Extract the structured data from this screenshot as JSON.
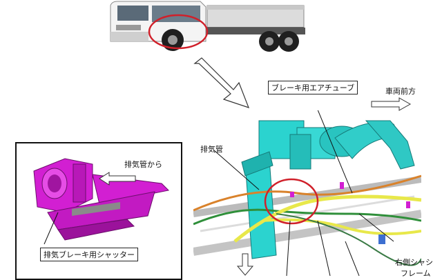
{
  "labels": {
    "brake_air_tube": "ブレーキ用エアチューブ",
    "vehicle_front": "車両前方",
    "exhaust_pipe": "排気管",
    "from_exhaust_pipe": "排気管から",
    "exhaust_brake_shutter": "排気ブレーキ用シャッター",
    "right_chassis_frame_line1": "右側シャシ",
    "right_chassis_frame_line2": "フレーム"
  },
  "colors": {
    "truck_cab": "#f2f2f2",
    "truck_bed": "#d9d9d9",
    "highlight_circle": "#d0202a",
    "engine_part": "#2bd3cf",
    "air_tube": "#e8e84a",
    "orange_tube": "#d9822b",
    "green_tube": "#2f8f3a",
    "shutter_part": "#d21fd2"
  },
  "icons": [
    "hollow-arrow-down-right",
    "hollow-arrow-right",
    "hollow-arrow-left",
    "hollow-arrow-down"
  ]
}
